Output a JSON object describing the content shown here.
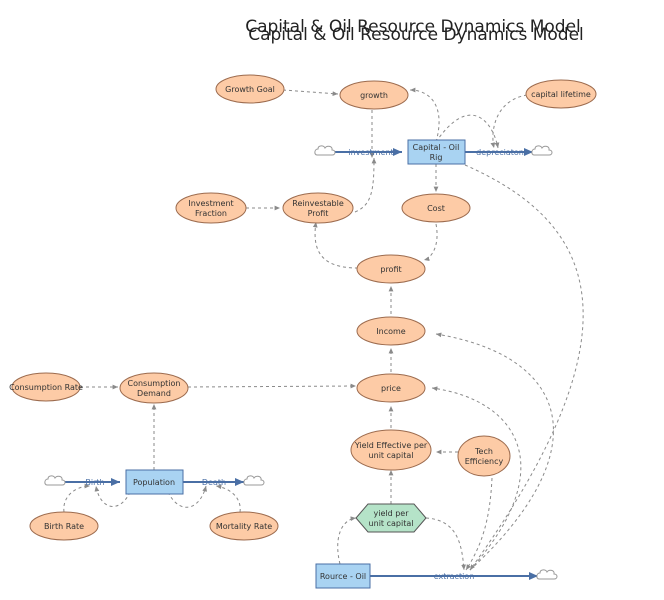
{
  "title": "Capital & Oil Resource Dynamics Model",
  "colors": {
    "aux_fill": "#fdcba6",
    "aux_stroke": "#9c6b4e",
    "stock_fill": "#a9d3f2",
    "stock_stroke": "#4a6fa5",
    "hex_fill": "#b5e3c8",
    "flow": "#4a6fa5",
    "link": "#8a8a8a"
  },
  "auxiliaries": {
    "growth_goal": "Growth Goal",
    "growth": "growth",
    "capital_lifetime": "capital lifetime",
    "investment_fraction": [
      "Investment",
      "Fraction"
    ],
    "reinvestable_profit": [
      "Reinvestable",
      "Profit"
    ],
    "cost": "Cost",
    "profit": "profit",
    "income": "Income",
    "consumption_rate": "Consumption Rate",
    "consumption_demand": [
      "Consumption",
      "Demand"
    ],
    "price": "price",
    "yield_effective": [
      "Yield Effective per",
      "unit capital"
    ],
    "tech_efficiency": [
      "Tech",
      "Efficiency"
    ],
    "birth_rate": "Birth Rate",
    "mortality_rate": "Mortality Rate"
  },
  "converters": {
    "yield_per_unit_capital": [
      "yield per",
      "unit capital"
    ]
  },
  "stocks": {
    "capital_oil_rig": [
      "Capital - Oil",
      "Rig"
    ],
    "population": "Population",
    "rource_oil": "Rource - Oil"
  },
  "flows": {
    "investment": "investment",
    "depreciation": "depreciaton",
    "birth": "Birth",
    "death": "Death",
    "extraction": "extraction"
  }
}
